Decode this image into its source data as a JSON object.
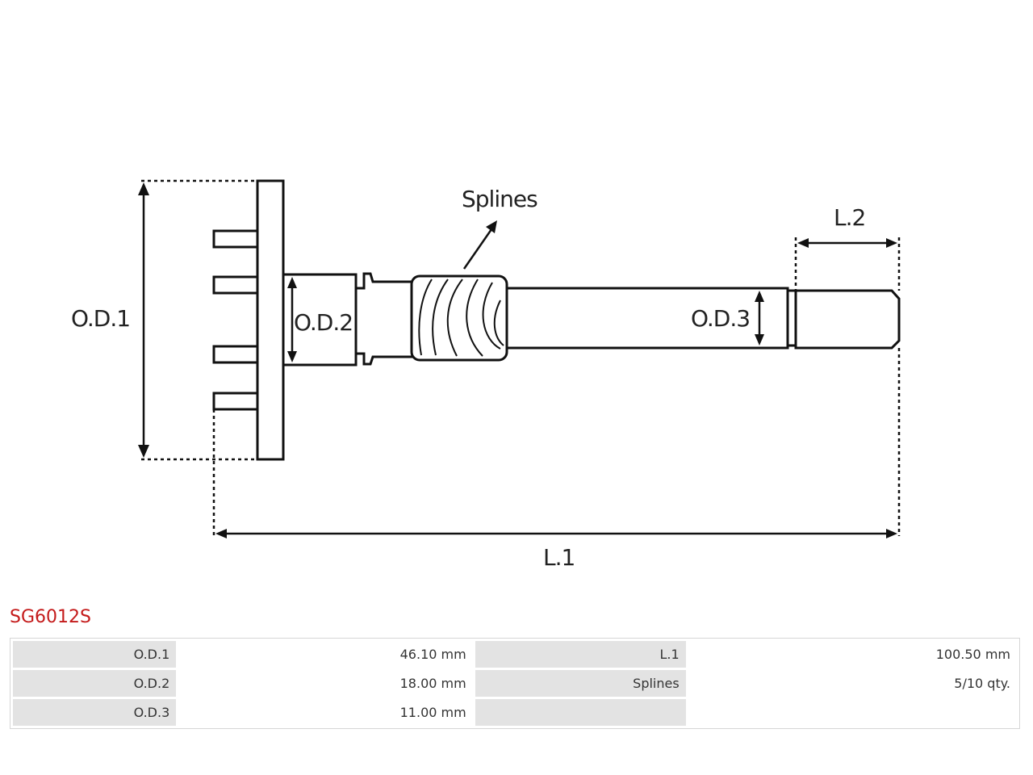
{
  "diagram": {
    "labels": {
      "od1": "O.D.1",
      "od2": "O.D.2",
      "od3": "O.D.3",
      "splines": "Splines",
      "l1": "L.1",
      "l2": "L.2"
    }
  },
  "part_code": "SG6012S",
  "specs": {
    "rows": [
      {
        "k1": "O.D.1",
        "v1": "46.10 mm",
        "k2": "L.1",
        "v2": "100.50 mm"
      },
      {
        "k1": "O.D.2",
        "v1": "18.00 mm",
        "k2": "Splines",
        "v2": "5/10 qty."
      },
      {
        "k1": "O.D.3",
        "v1": "11.00 mm",
        "k2": "",
        "v2": ""
      }
    ]
  },
  "colors": {
    "part_code": "#c41a1a",
    "key_cell_bg": "#e3e3e3"
  }
}
